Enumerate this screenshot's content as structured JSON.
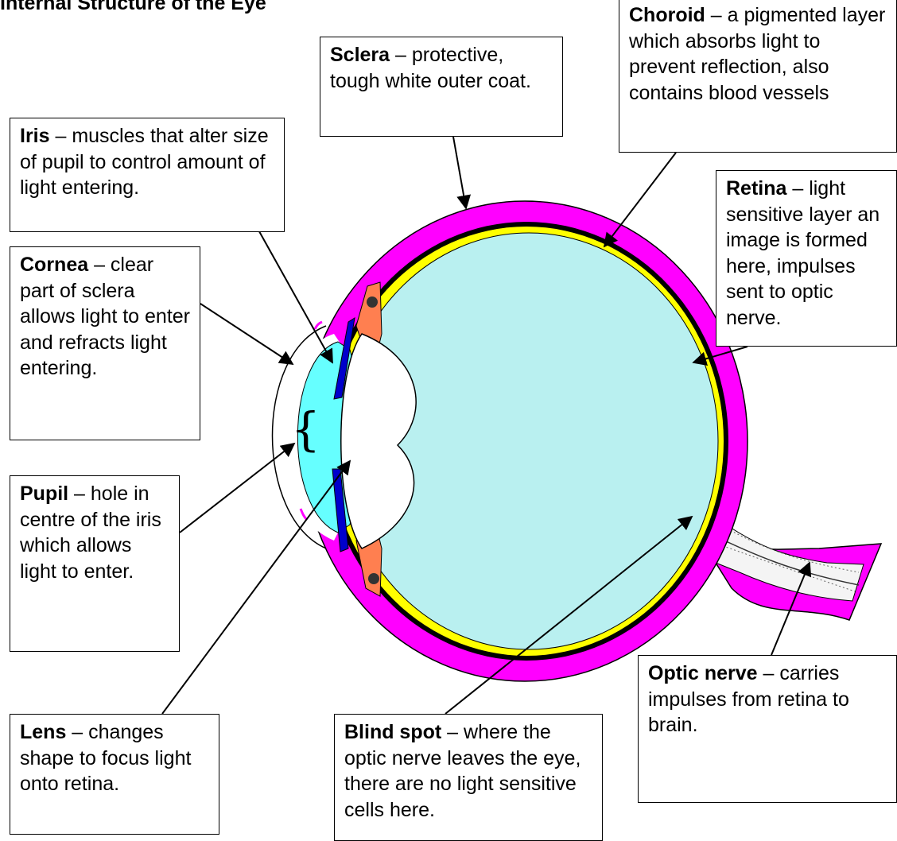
{
  "title": "Internal Structure of the Eye",
  "colors": {
    "sclera": "#ff00ff",
    "choroid": "#000000",
    "retina": "#ffff00",
    "vitreous": "#b9f0f0",
    "aqueous": "#66ffff",
    "iris": "#0000cc",
    "ciliary": "#ff7f50",
    "lens": "#ffffff"
  },
  "labels": {
    "sclera": {
      "term": "Sclera",
      "desc": " – protective, tough white outer coat."
    },
    "choroid": {
      "term": "Choroid",
      "desc": " – a pigmented layer which absorbs light to prevent reflection, also contains blood vessels"
    },
    "iris": {
      "term": "Iris",
      "desc": " – muscles that alter size of pupil to control amount of light entering."
    },
    "retina": {
      "term": "Retina",
      "desc": " – light sensitive layer an image is formed here, impulses sent to optic nerve."
    },
    "cornea": {
      "term": "Cornea",
      "desc": " – clear part of sclera allows light to enter and refracts light entering."
    },
    "pupil": {
      "term": "Pupil",
      "desc": " – hole in centre of the iris which allows light to enter."
    },
    "optic_nerve": {
      "term": "Optic nerve",
      "desc": " – carries impulses from retina to brain."
    },
    "lens": {
      "term": "Lens",
      "desc": " – changes shape to focus light onto retina."
    },
    "blind_spot": {
      "term": "Blind spot",
      "desc": " – where the optic nerve leaves the eye, there are no light sensitive cells here."
    }
  }
}
